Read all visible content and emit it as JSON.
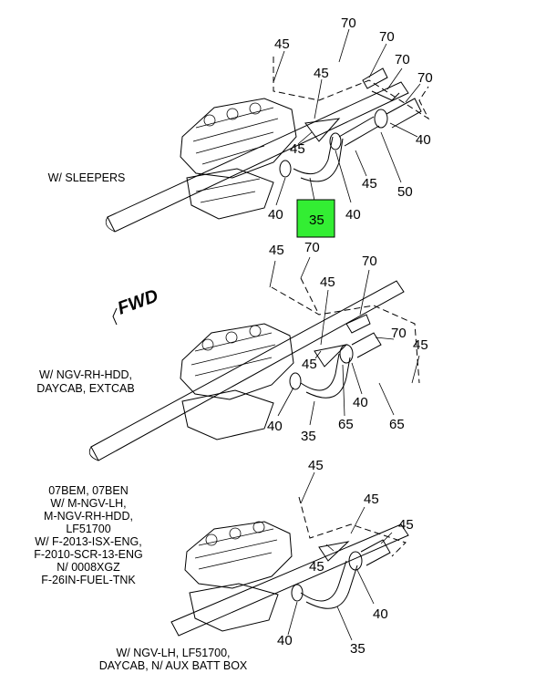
{
  "highlight_color": "#33ee33",
  "highlighted_part": "35",
  "fwd_label": "FWD",
  "views": [
    {
      "caption": [
        "W/ SLEEPERS"
      ],
      "callouts": [
        "45",
        "70",
        "70",
        "70",
        "70",
        "45",
        "45",
        "40",
        "40",
        "45",
        "50",
        "40",
        "35"
      ]
    },
    {
      "caption": [
        "W/ NGV-RH-HDD,",
        "DAYCAB, EXTCAB"
      ],
      "callouts": [
        "45",
        "70",
        "70",
        "45",
        "70",
        "45",
        "45",
        "40",
        "65",
        "65",
        "40",
        "35"
      ]
    },
    {
      "caption": [
        "07BEM, 07BEN",
        "W/ M-NGV-LH,",
        "M-NGV-RH-HDD,",
        "LF51700",
        "W/ F-2013-ISX-ENG,",
        "F-2010-SCR-13-ENG",
        "N/ 0008XGZ",
        "F-26IN-FUEL-TNK"
      ],
      "callouts": [
        "45",
        "45",
        "45",
        "45",
        "40",
        "40",
        "35"
      ]
    },
    {
      "caption": [
        "W/ NGV-LH, LF51700,",
        "DAYCAB, N/ AUX BATT BOX"
      ],
      "callouts": []
    }
  ]
}
